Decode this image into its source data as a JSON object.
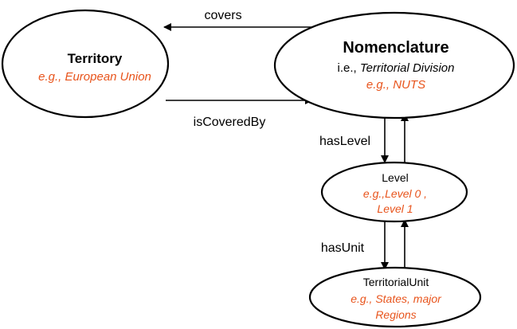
{
  "colors": {
    "example_text": "#e8541c",
    "outline": "#000000",
    "background": "#ffffff"
  },
  "nodes": {
    "territory": {
      "title": "Territory",
      "example": "e.g., European Union"
    },
    "nomenclature": {
      "title": "Nomenclature",
      "subtitle_prefix": "i.e., ",
      "subtitle_italic": "Territorial Division",
      "example": "e.g., NUTS"
    },
    "level": {
      "title": "Level",
      "example_line1": "e.g.,Level 0 ,",
      "example_line2": "Level 1"
    },
    "territorial_unit": {
      "title": "TerritorialUnit",
      "example_line1": "e.g., States, major",
      "example_line2": "Regions"
    }
  },
  "edges": {
    "covers": "covers",
    "is_covered_by": "isCoveredBy",
    "has_level": "hasLevel",
    "has_unit": "hasUnit"
  }
}
